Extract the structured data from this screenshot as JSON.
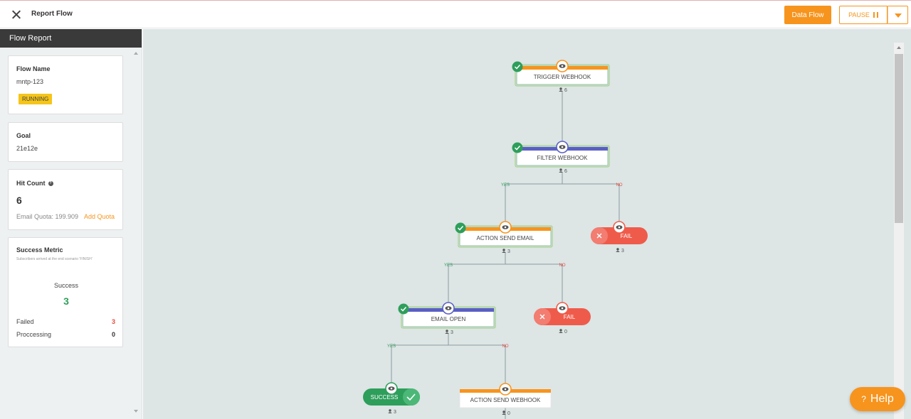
{
  "header": {
    "title": "Report Flow",
    "data_flow_label": "Data Flow",
    "pause_label": "PAUSE"
  },
  "sidebar": {
    "title": "Flow Report",
    "flow_name": {
      "label": "Flow Name",
      "value": "mntp-123",
      "status": "RUNNING"
    },
    "goal": {
      "label": "Goal",
      "value": "21e12e"
    },
    "hit_count": {
      "label": "Hit Count",
      "value": "6",
      "quota_label": "Email Quota: 199.909",
      "quota_link": "Add Quota"
    },
    "success_metric": {
      "label": "Success Metric",
      "subtitle": "Subscribers arrived at the end scenario 'FINISH'",
      "success_label": "Success",
      "success_value": "3",
      "failed_label": "Failed",
      "failed_value": "3",
      "processing_label": "Proccessing",
      "processing_value": "0"
    }
  },
  "flow": {
    "nodes": [
      {
        "id": "trigger",
        "label": "TRIGGER WEBHOOK",
        "count": "6",
        "kind": "box",
        "bar": "#f7941d",
        "done": true
      },
      {
        "id": "filter",
        "label": "FILTER WEBHOOK",
        "count": "6",
        "kind": "box",
        "bar": "#5a5fc4",
        "done": true
      },
      {
        "id": "send-email",
        "label": "ACTION SEND EMAIL",
        "count": "3",
        "kind": "box",
        "bar": "#f7941d",
        "done": true
      },
      {
        "id": "fail-1",
        "label": "FAIL",
        "count": "3",
        "kind": "fail"
      },
      {
        "id": "email-open",
        "label": "EMAIL OPEN",
        "count": "3",
        "kind": "box",
        "bar": "#5a5fc4",
        "done": true
      },
      {
        "id": "fail-2",
        "label": "FAIL",
        "count": "0",
        "kind": "fail"
      },
      {
        "id": "success",
        "label": "SUCCESS",
        "count": "3",
        "kind": "success"
      },
      {
        "id": "send-webhook",
        "label": "ACTION SEND WEBHOOK",
        "count": "0",
        "kind": "box",
        "bar": "#f7941d",
        "done": false
      }
    ],
    "branch_yes": "YES",
    "branch_no": "NO"
  },
  "help_label": "Help",
  "colors": {
    "accent": "#f7941d",
    "success": "#2e9e5b",
    "fail": "#ef5b4b",
    "filter": "#5a5fc4"
  }
}
